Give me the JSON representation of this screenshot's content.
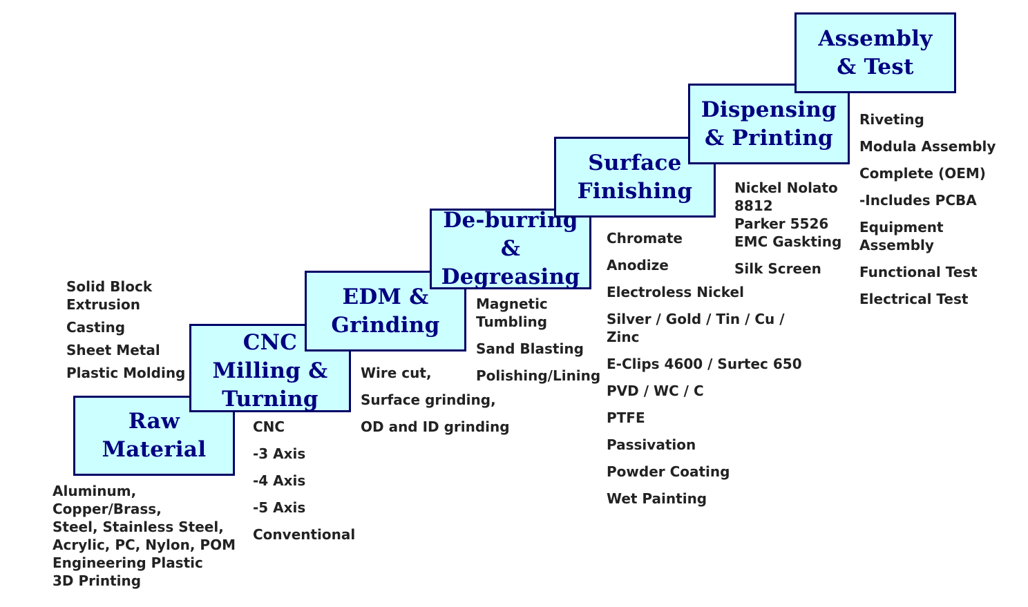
{
  "steps": [
    {
      "title": "Raw\nMaterial"
    },
    {
      "title": "CNC\nMilling &\nTurning"
    },
    {
      "title": "EDM &\nGrinding"
    },
    {
      "title": "De-burring &\nDegreasing"
    },
    {
      "title": "Surface\nFinishing"
    },
    {
      "title": "Dispensing\n& Printing"
    },
    {
      "title": "Assembly\n& Test"
    }
  ],
  "raw_above": {
    "items": [
      "Solid Block\nExtrusion",
      "Casting",
      "Sheet Metal",
      "Plastic Molding"
    ]
  },
  "raw_below": {
    "items": [
      "Aluminum,",
      "Copper/Brass,",
      "Steel, Stainless Steel,",
      "Acrylic, PC, Nylon, POM",
      "Engineering Plastic",
      "3D Printing"
    ]
  },
  "cnc": {
    "items": [
      "CNC",
      "-3 Axis",
      "-4 Axis",
      "-5 Axis",
      "Conventional"
    ]
  },
  "edm": {
    "items": [
      "Wire cut,",
      "Surface grinding,",
      "OD and ID grinding"
    ]
  },
  "deburr": {
    "items": [
      "Magnetic\nTumbling",
      "Sand Blasting",
      "Polishing/Lining"
    ]
  },
  "surface": {
    "items": [
      "Chromate",
      "Anodize",
      "Electroless Nickel",
      "Silver / Gold / Tin / Cu /\nZinc",
      "E-Clips 4600 / Surtec 650",
      "PVD / WC / C",
      "PTFE",
      "Passivation",
      "Powder Coating",
      "Wet Painting"
    ]
  },
  "dispensing": {
    "items": [
      "Nickel Nolato\n8812\nParker 5526\nEMC Gaskting",
      "Silk Screen"
    ]
  },
  "assembly": {
    "items": [
      "Riveting",
      "Modula Assembly",
      "Complete (OEM)",
      "-Includes PCBA",
      "Equipment\nAssembly",
      "Functional Test",
      "Electrical Test"
    ]
  },
  "colors": {
    "box_fill": "#ccffff",
    "box_border": "#000066",
    "title_text": "#000080",
    "list_text": "#222222"
  }
}
